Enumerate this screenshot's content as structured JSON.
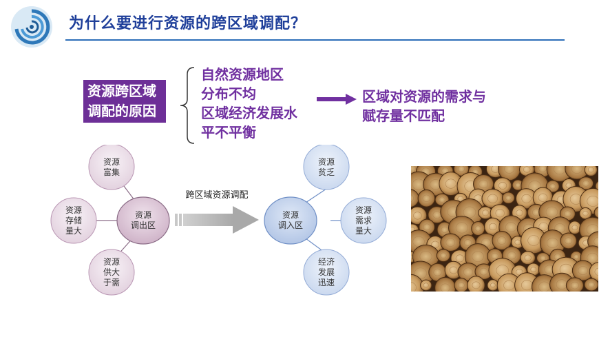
{
  "title": "为什么要进行资源的跨区域调配？",
  "reason_box": [
    "资源跨区域",
    "调配的原因"
  ],
  "reasons": [
    "自然资源地区",
    "分布不均",
    "区域经济发展水",
    "平不平衡"
  ],
  "result": [
    "区域对资源的需求与",
    "赋存量不匹配"
  ],
  "diagram": {
    "center_out": [
      "资源",
      "调出区"
    ],
    "center_in": [
      "资源",
      "调入区"
    ],
    "arrow_label": "跨区域资源调配",
    "left_top": [
      "资源",
      "富集"
    ],
    "left_mid": [
      "资源",
      "存储",
      "量大"
    ],
    "left_bot": [
      "资源",
      "供大",
      "于需"
    ],
    "right_top": [
      "资源",
      "贫乏"
    ],
    "right_mid": [
      "资源",
      "需求",
      "量大"
    ],
    "right_bot": [
      "经济",
      "发展",
      "迅速"
    ]
  },
  "colors": {
    "title": "#1f3f9a",
    "purple": "#7030a0",
    "box": "#6d2f97"
  }
}
